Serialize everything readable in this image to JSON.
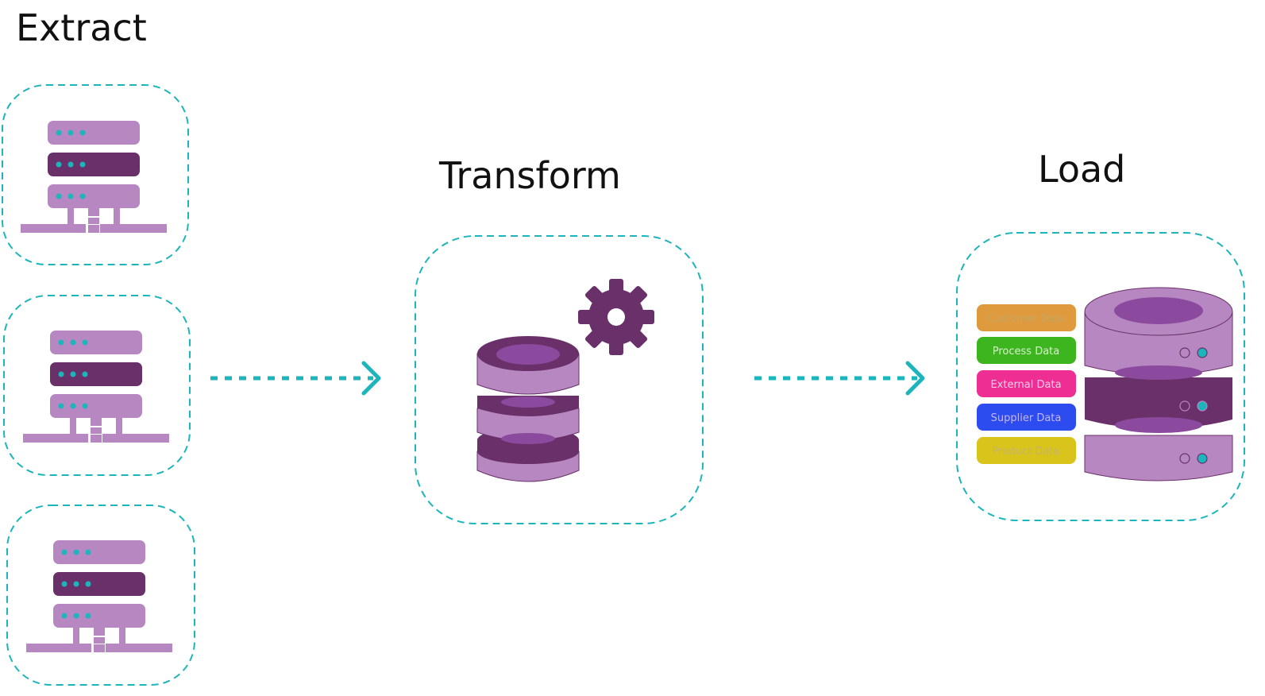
{
  "stages": {
    "extract": {
      "title": "Extract"
    },
    "transform": {
      "title": "Transform"
    },
    "load": {
      "title": "Load"
    }
  },
  "load_categories": [
    {
      "label": "Customer Data",
      "color": "#E09A3E",
      "text_color": "#C5A55E"
    },
    {
      "label": "Process Data",
      "color": "#3DB51E",
      "text_color": "#D8F0D0"
    },
    {
      "label": "External Data",
      "color": "#EE2E93",
      "text_color": "#F8D0E6"
    },
    {
      "label": "Supplier Data",
      "color": "#2C4CF0",
      "text_color": "#C6B6F2"
    },
    {
      "label": "Product Data",
      "color": "#D8C41A",
      "text_color": "#C8B46A"
    }
  ],
  "colors": {
    "dashed_border": "#1CB5BC",
    "arrow": "#1CB5BC",
    "purple_light": "#B787C1",
    "purple_dark": "#693069",
    "purple_mid": "#8C4A9E",
    "teal_dot": "#1CB5BC"
  },
  "icons": {
    "extract": "server-icon",
    "transform": "database-gear-icon",
    "load": "database-server-icon",
    "flow": "dotted-arrow-icon"
  }
}
